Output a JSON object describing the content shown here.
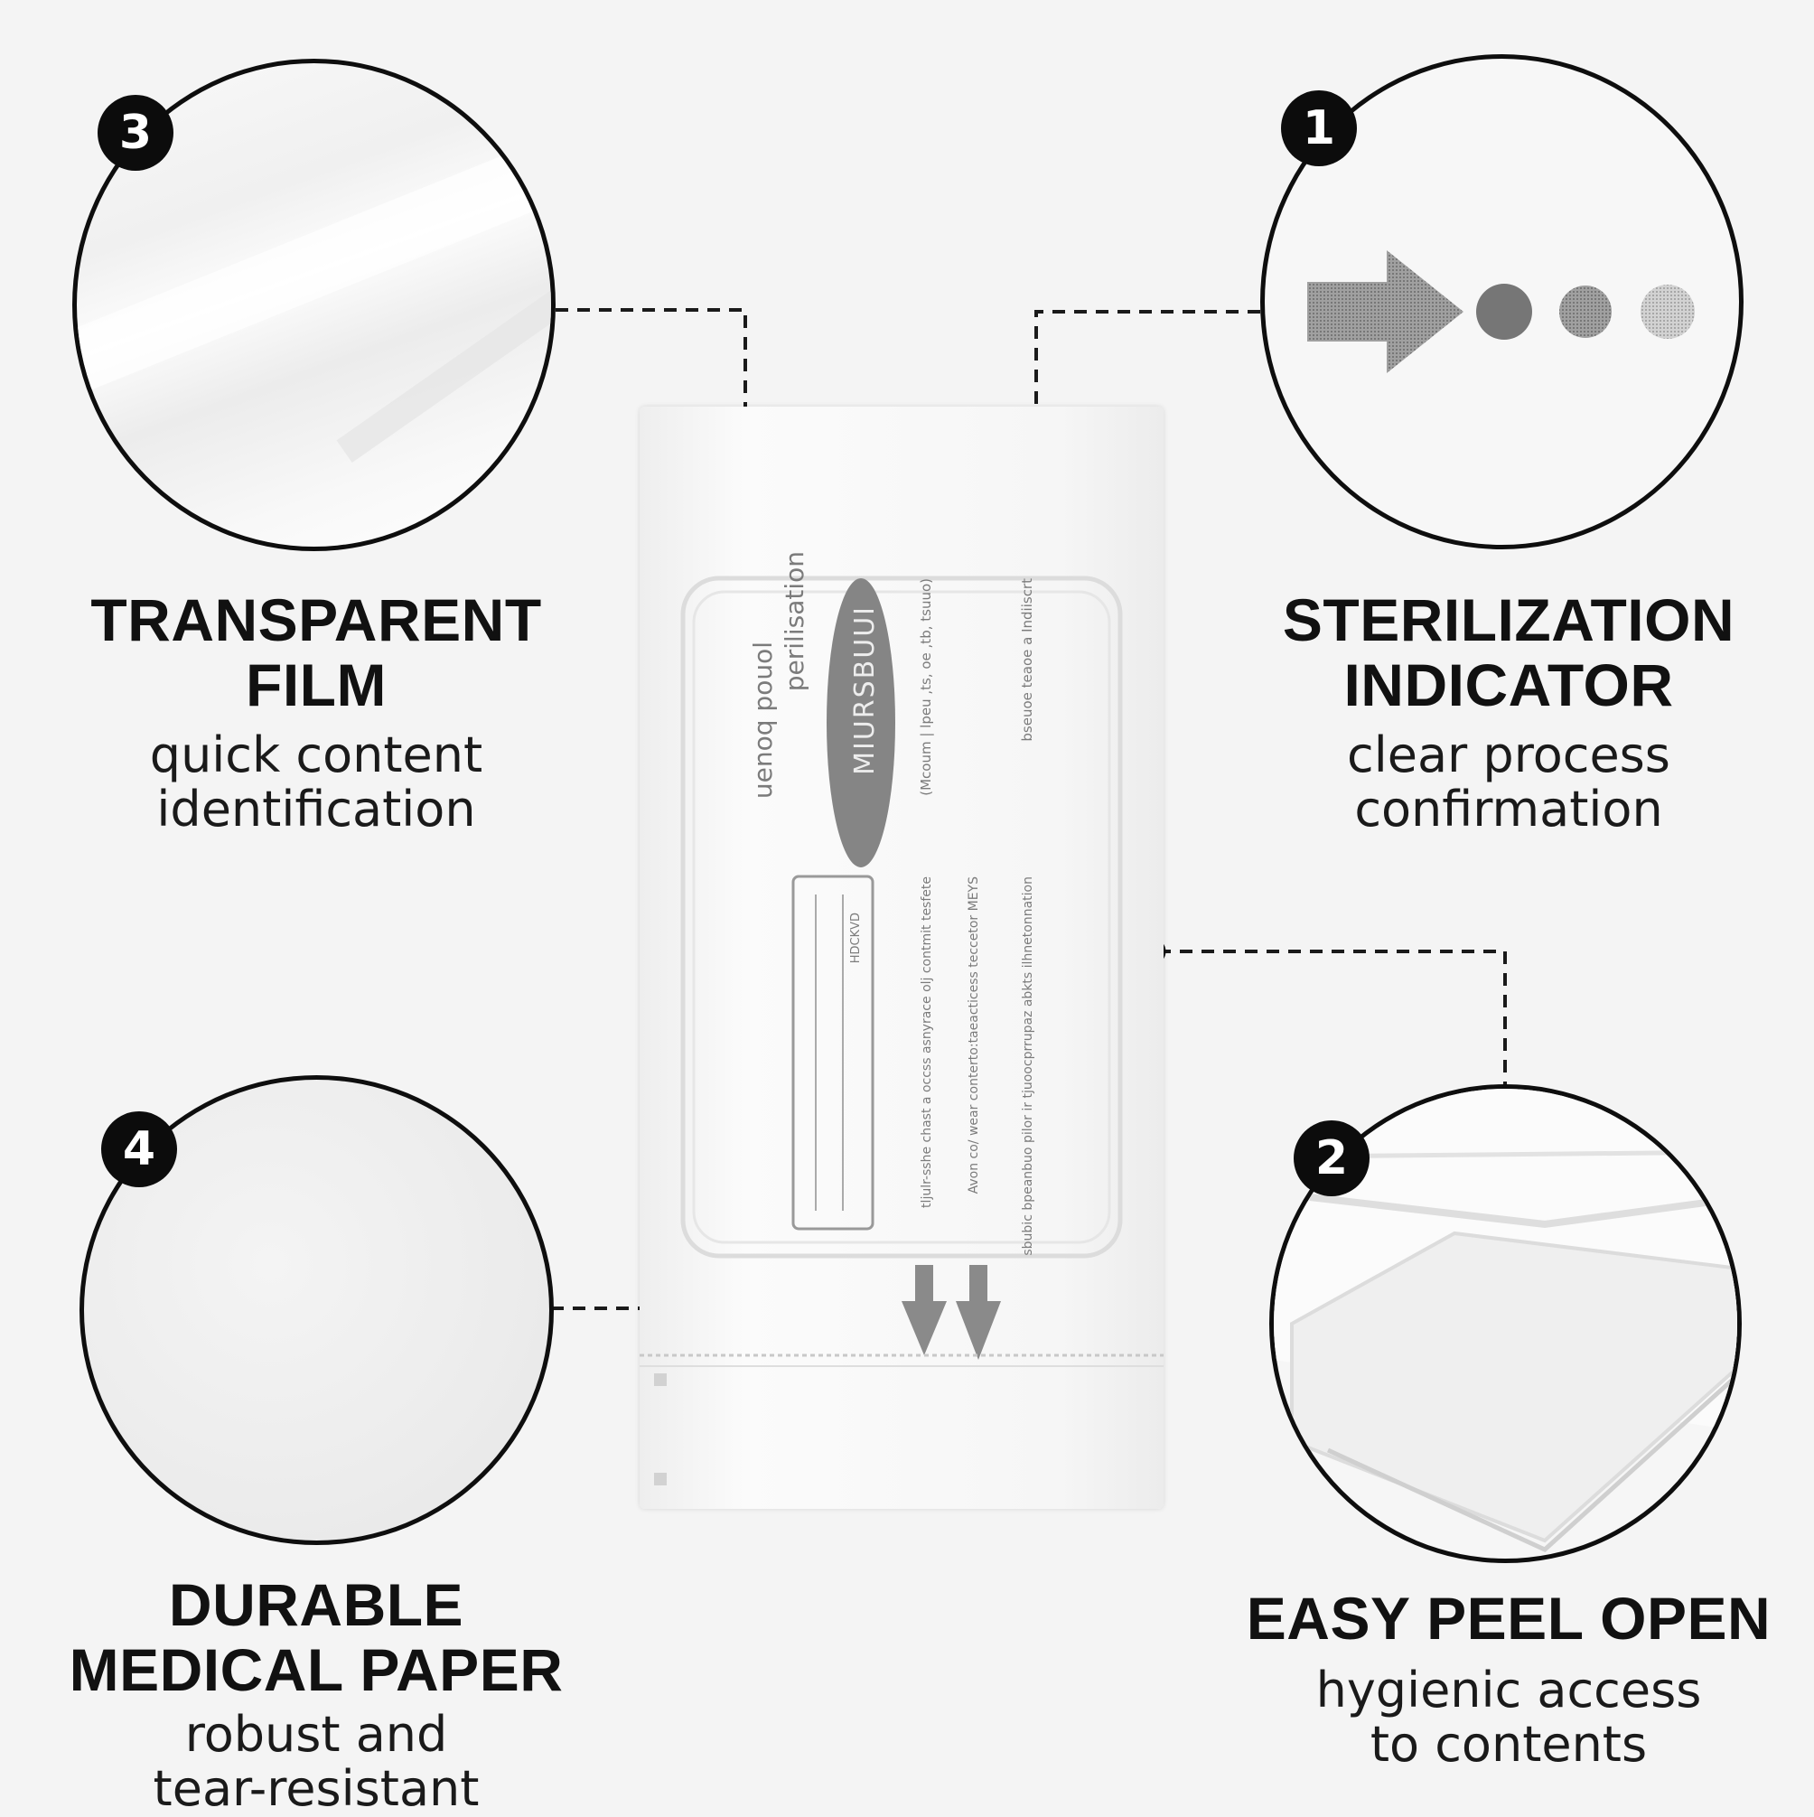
{
  "features": [
    {
      "number": "3",
      "title_line1": "TRANSPARENT",
      "title_line2": "FILM",
      "sub_line1": "quick content",
      "sub_line2": "identification"
    },
    {
      "number": "1",
      "title_line1": "STERILIZATION",
      "title_line2": "INDICATOR",
      "sub_line1": "clear process",
      "sub_line2": "confirmation"
    },
    {
      "number": "4",
      "title_line1": "DURABLE",
      "title_line2": "MEDICAL PAPER",
      "sub_line1": "robust and",
      "sub_line2": "tear-resistant"
    },
    {
      "number": "2",
      "title_line1": "EASY PEEL OPEN",
      "sub_line1": "hygienic access",
      "sub_line2": "to contents"
    }
  ],
  "pouch": {
    "brand": "MIURSBUUI",
    "label_line1": "perilisation",
    "label_line2": "uenoq pouol",
    "text_col1": "(Mcoum | lpeu ,ts, oe ,tb, tsuuo)",
    "text_col2": "bseuoe teaoe a Indiiscrt",
    "text_col3": "Avon co/ wear conterto:taeacticess teccetor   MEYS",
    "text_col4": "tljulr-sshe chast a occss asnyrace olj contmit tesfete",
    "text_col5": "sbubic bpeanbuo pilor ir tjuoocprrupaz abkts ilhnetonnation",
    "box_label": "HDCKVD"
  },
  "colors": {
    "badge": "#0c0c0c",
    "line": "#1a1a1a",
    "background": "#f4f4f4"
  }
}
